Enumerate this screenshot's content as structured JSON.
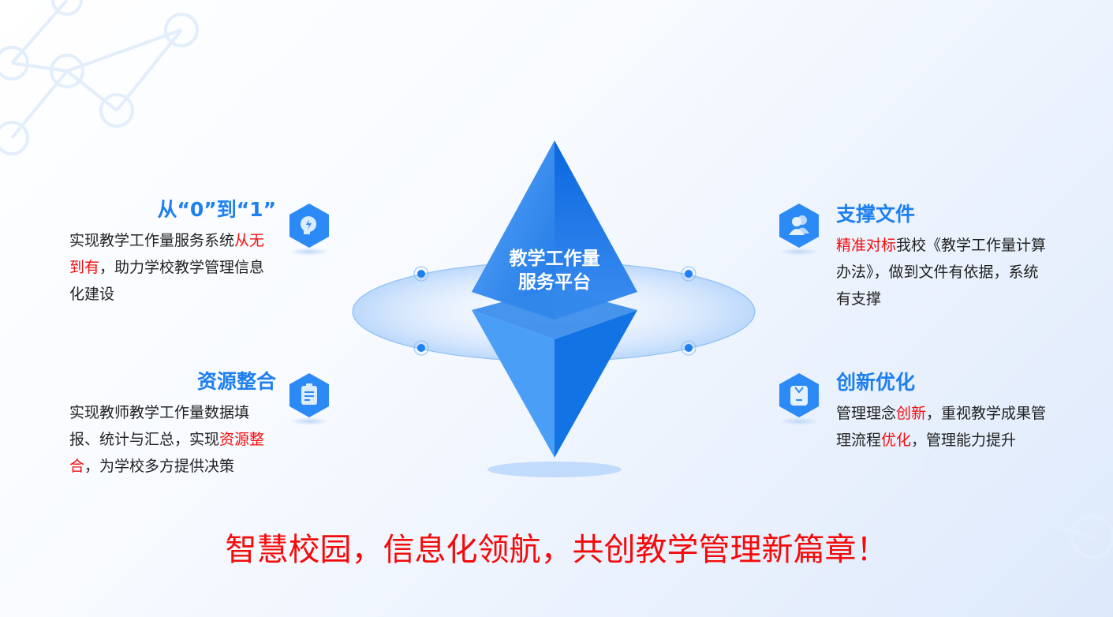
{
  "center": {
    "line1": "教学工作量",
    "line2": "服务平台"
  },
  "items": [
    {
      "title": "从“0”到“1”",
      "icon": "head-lightning-icon",
      "body": [
        {
          "t": "实现教学工作量服务系统"
        },
        {
          "t": "从无到有",
          "hl": true
        },
        {
          "t": "，助力学校教学管理信息化建设"
        }
      ]
    },
    {
      "title": "资源整合",
      "icon": "clipboard-icon",
      "body": [
        {
          "t": "实现教师教学工作量数据填报、统计与汇总，实现"
        },
        {
          "t": "资源整合",
          "hl": true
        },
        {
          "t": "，为学校多方提供决策"
        }
      ]
    },
    {
      "title": "支撑文件",
      "icon": "users-icon",
      "body": [
        {
          "t": "精准对标",
          "hl": true
        },
        {
          "t": "我校《教学工作量计算办法》，做到文件有依据，系统有支撑"
        }
      ]
    },
    {
      "title": "创新优化",
      "icon": "badge-icon",
      "body": [
        {
          "t": "管理理念"
        },
        {
          "t": "创新",
          "hl": true
        },
        {
          "t": "，重视教学成果管理流程"
        },
        {
          "t": "优化",
          "hl": true
        },
        {
          "t": "，管理能力提升"
        }
      ]
    }
  ],
  "tagline": "智慧校园，信息化领航，共创教学管理新篇章！",
  "colors": {
    "accent": "#1d7ff0",
    "highlight": "#f20d0d"
  }
}
